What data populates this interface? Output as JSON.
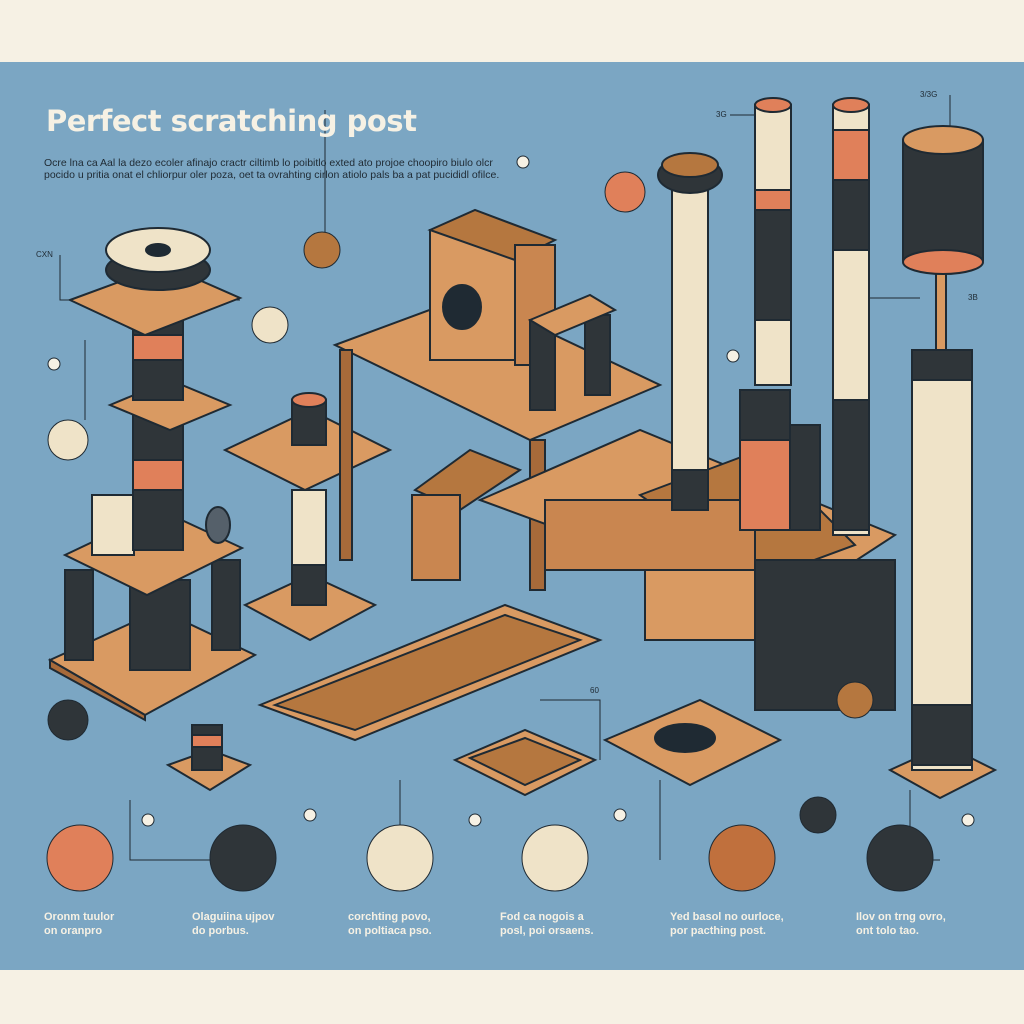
{
  "title": "Perfect scratching post",
  "intro": "Ocre lna ca Aal la dezo ecoler afinajo cractr ciltimb lo poibitlo exted ato projoe choopiro biulo olcr pocido u pritia onat el chliorpur oler poza, oet ta ovrahting cirlon atiolo pals ba a pat pucididl ofilce.",
  "labels": [
    "CXN",
    "3G",
    "3/3G",
    "3B",
    "60"
  ],
  "captions": [
    {
      "line1": "Oronm tuulor",
      "line2": "on oranpro"
    },
    {
      "line1": "Olaguiina ujpov",
      "line2": "do porbus."
    },
    {
      "line1": "corchting povo,",
      "line2": "on poltiaca pso."
    },
    {
      "line1": "Fod ca nogois a",
      "line2": "posl, poi orsaens."
    },
    {
      "line1": "Yed basol no ourloce,",
      "line2": "por pacthing post."
    },
    {
      "line1": "Ilov on trng ovro,",
      "line2": "ont tolo tao."
    }
  ],
  "colors": {
    "background": "#7ba6c3",
    "cream": "#f6f1e4",
    "wood": "#d99a62",
    "rope": "#efe3c8",
    "dark": "#2f3539",
    "accent": "#e0805a",
    "carpet": "#b5773f"
  }
}
